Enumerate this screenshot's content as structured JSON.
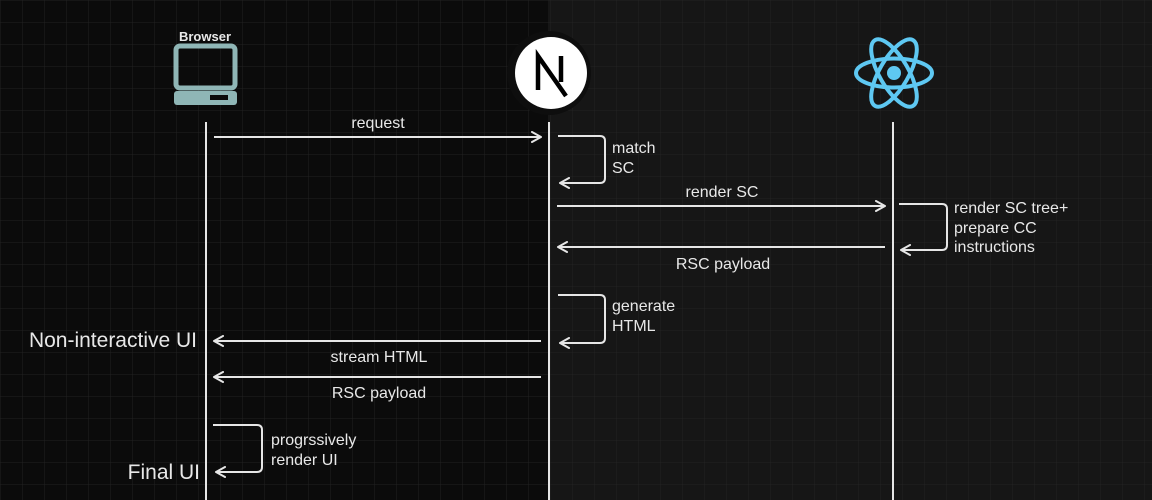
{
  "participants": {
    "browser": {
      "label": "Browser",
      "icon": "laptop-icon"
    },
    "nextjs": {
      "label": "",
      "icon": "nextjs-logo-icon"
    },
    "react": {
      "label": "",
      "icon": "react-logo-icon"
    }
  },
  "messages": {
    "request": "request",
    "render_sc": "render SC",
    "rsc_payload_1": "RSC payload",
    "stream_html": "stream HTML",
    "rsc_payload_2": "RSC payload"
  },
  "self_loops": {
    "match_sc": [
      "match",
      "SC"
    ],
    "render_tree": [
      "render SC tree+",
      "prepare CC",
      "instructions"
    ],
    "generate_html": [
      "generate",
      "HTML"
    ],
    "progressive": [
      "progrssively",
      "render UI"
    ]
  },
  "states": {
    "non_interactive": "Non-interactive UI",
    "final": "Final UI"
  },
  "colors": {
    "background": "#0b0b0b",
    "background_right": "#181818",
    "grid": "#2a2a2a",
    "line": "#e6e6e6",
    "react_blue": "#5ec8f2",
    "laptop_teal": "#8fb6b6"
  }
}
